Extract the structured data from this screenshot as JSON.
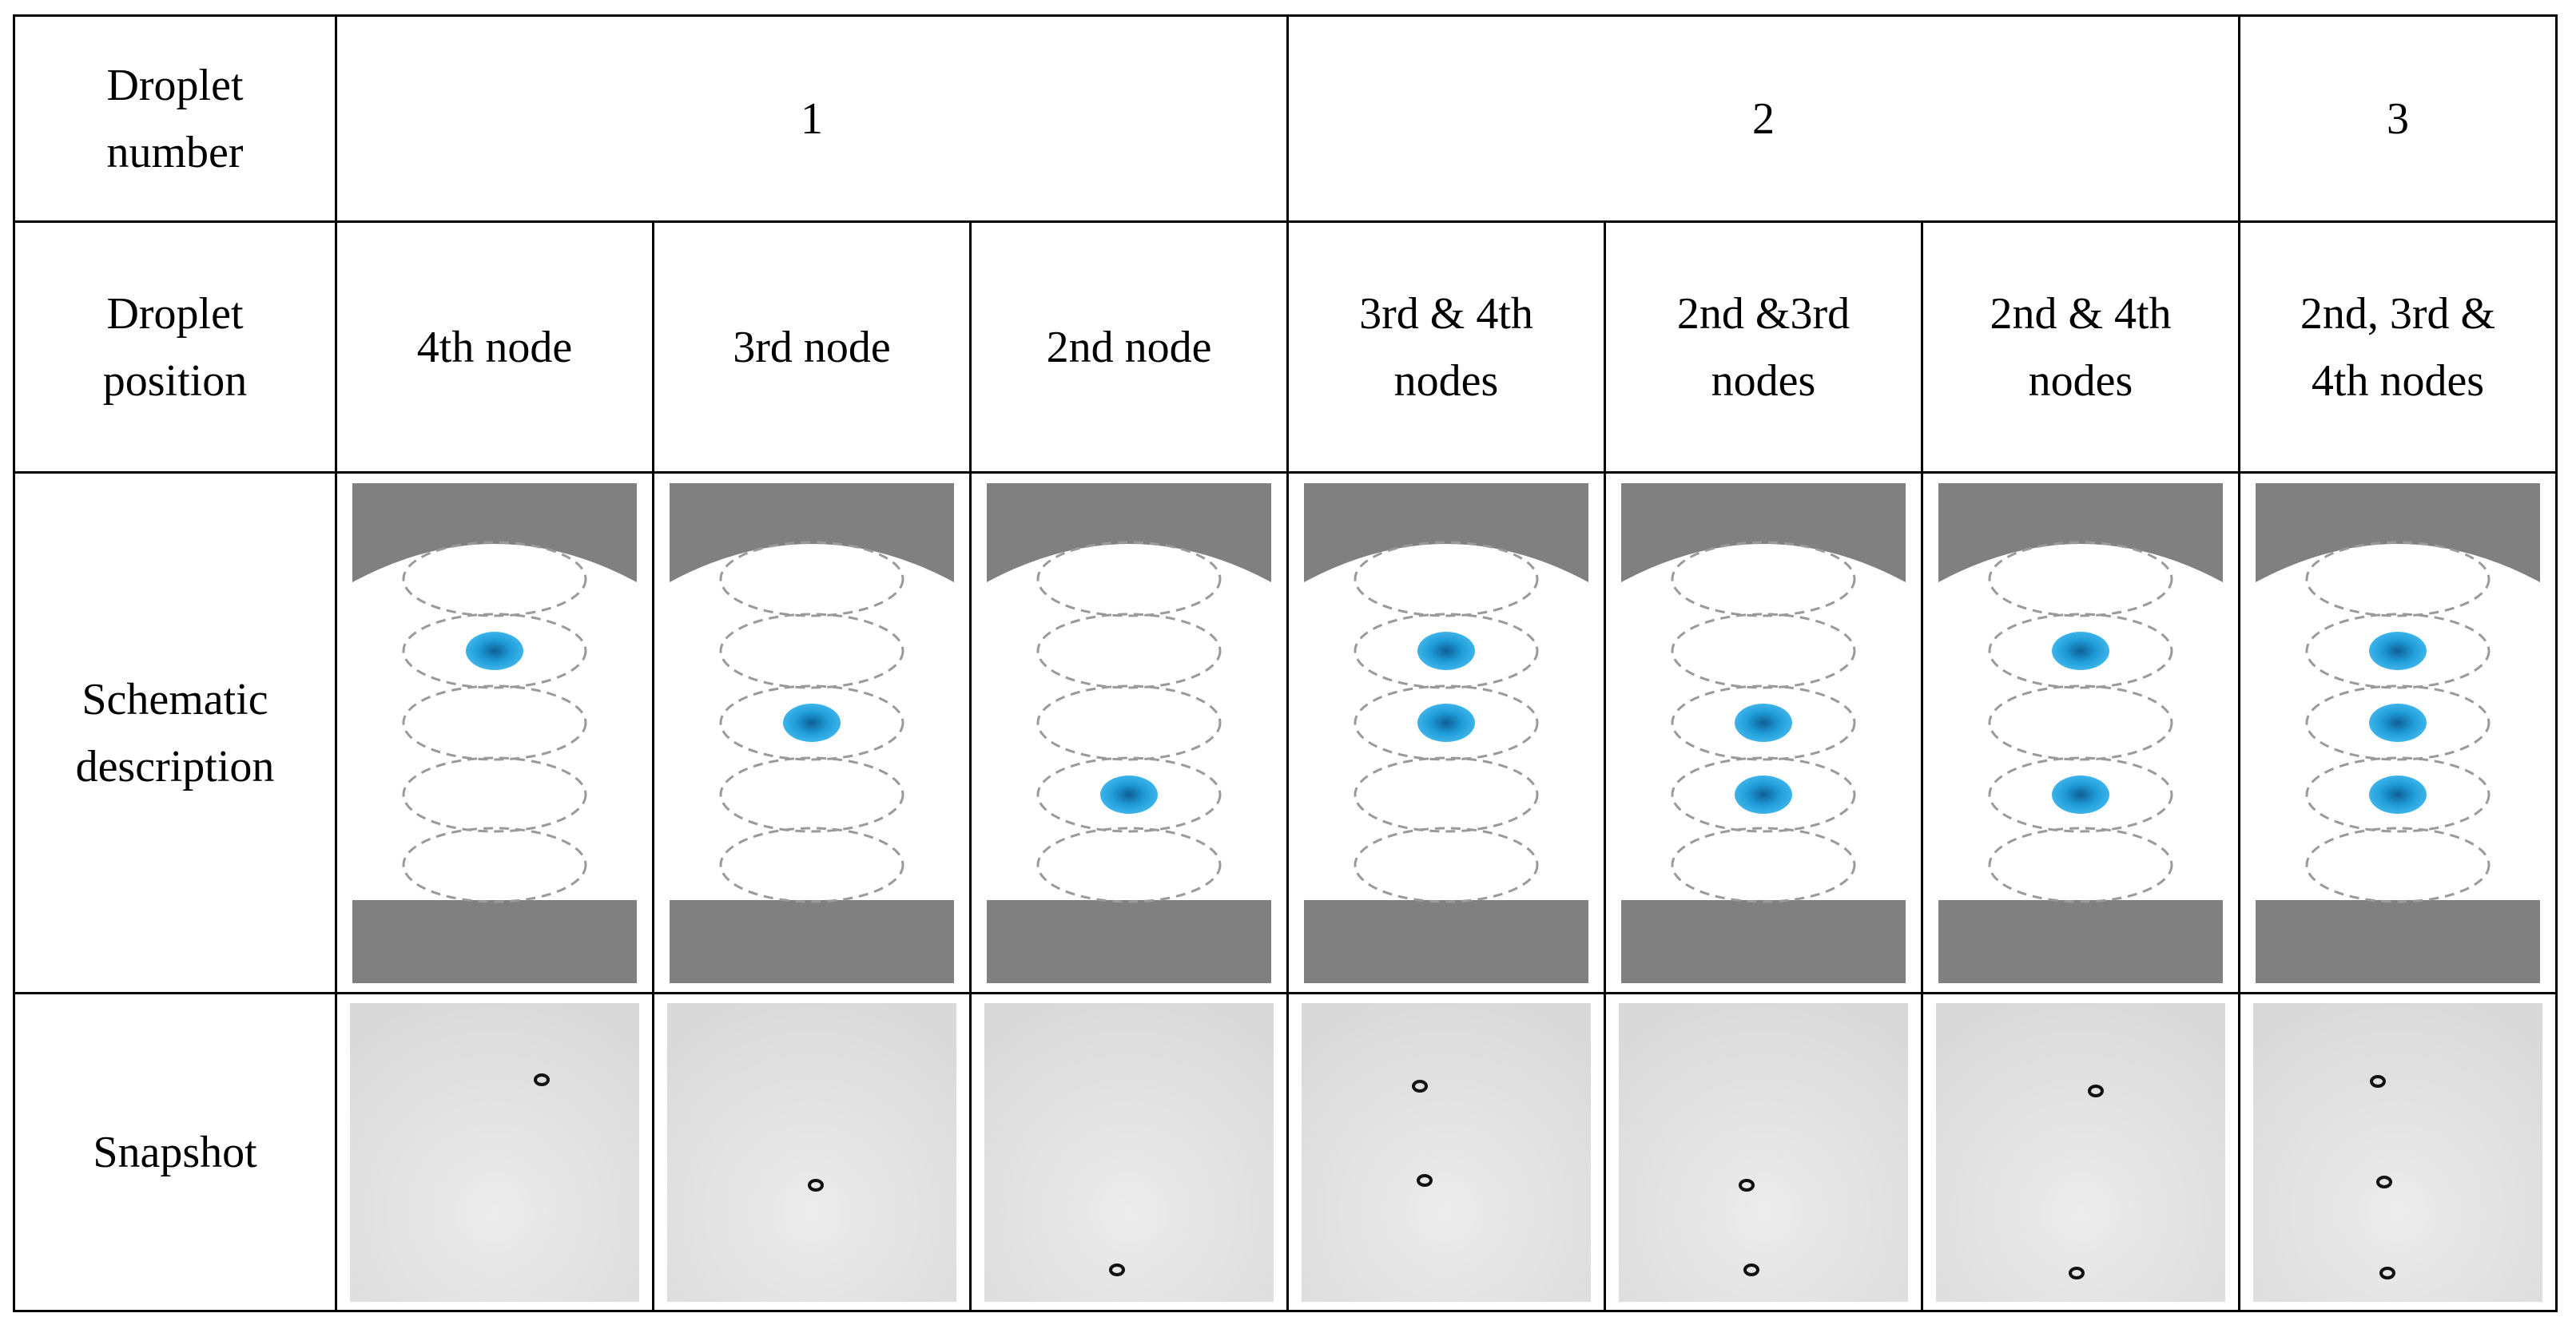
{
  "table": {
    "row_headers": {
      "droplet_number": "Droplet\nnumber",
      "droplet_position": "Droplet\nposition",
      "schematic": "Schematic\ndescription",
      "snapshot": "Snapshot"
    },
    "droplet_number_groups": [
      "1",
      "2",
      "3"
    ],
    "positions": [
      "4th node",
      "3rd node",
      "2nd node",
      "3rd & 4th\nnodes",
      "2nd &3rd\nnodes",
      "2nd & 4th\nnodes",
      "2nd, 3rd &\n4th nodes"
    ],
    "schematic_nodes": [
      [
        4
      ],
      [
        3
      ],
      [
        2
      ],
      [
        3,
        4
      ],
      [
        2,
        3
      ],
      [
        2,
        4
      ],
      [
        2,
        3,
        4
      ]
    ]
  },
  "colors": {
    "plate": "#808080",
    "droplet": "#1e9bd7",
    "dashed_rings": "#9a9a9a",
    "snapshot_background": "#e2e2e2"
  }
}
